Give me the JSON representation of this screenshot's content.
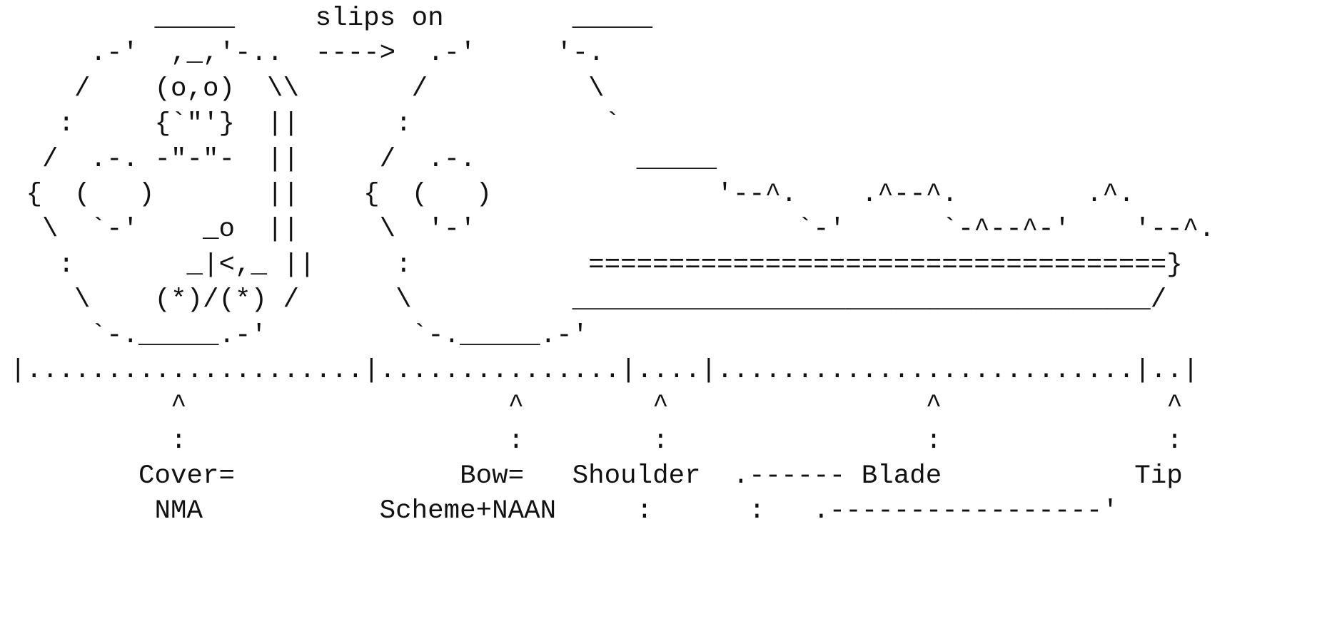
{
  "diagram": {
    "lines": [
      "         _____     slips on        _____",
      "     .-'  ,_,'-..  ---->  .-'     '-.",
      "    /    (o,o)  \\\\       /          \\",
      "   :     {`\"'}  ||      :            `",
      "  /  .-. -\"-\"-  ||     /  .-.          _____",
      " {  (   )       ||    {  (   )              '--^.    .^--^.        .^.",
      "  \\  `-'    _o  ||     \\  '-'                    `-'      `-^--^-'    '--^.",
      "   :       _|<,_ ||     :           ====================================}",
      "    \\    (*)/(*) /      \\          ____________________________________/",
      "     `-._____.-'         `-._____.-'",
      "|.....................|...............|....|..........................|..|",
      "          ^                    ^        ^                ^              ^",
      "          :                    :        :                :              :",
      "        Cover=              Bow=   Shoulder  .------ Blade            Tip",
      "         NMA           Scheme+NAAN     :      :   .-----------------'"
    ]
  }
}
